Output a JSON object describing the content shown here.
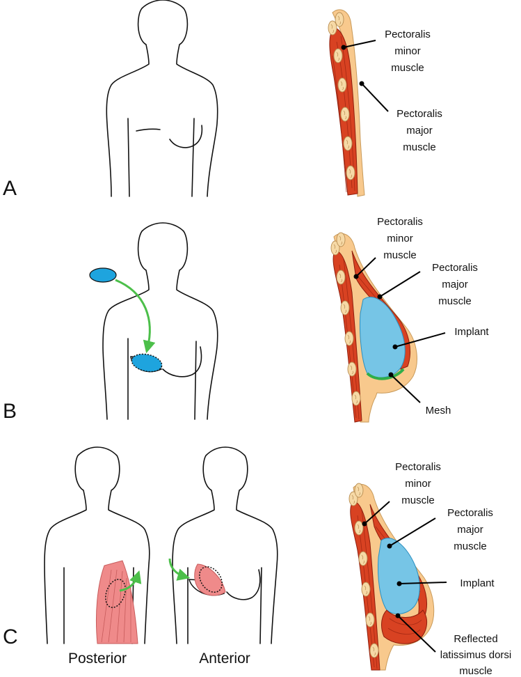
{
  "panels": {
    "A": {
      "letter": "A",
      "labels": {
        "pec_minor": [
          "Pectoralis",
          "minor",
          "muscle"
        ],
        "pec_major": [
          "Pectoralis",
          "major",
          "muscle"
        ]
      }
    },
    "B": {
      "letter": "B",
      "labels": {
        "pec_minor": [
          "Pectoralis",
          "minor",
          "muscle"
        ],
        "pec_major": [
          "Pectoralis",
          "major",
          "muscle"
        ],
        "implant": [
          "Implant"
        ],
        "mesh": [
          "Mesh"
        ]
      }
    },
    "C": {
      "letter": "C",
      "posterior": "Posterior",
      "anterior": "Anterior",
      "labels": {
        "pec_minor": [
          "Pectoralis",
          "minor",
          "muscle"
        ],
        "pec_major": [
          "Pectoralis",
          "major",
          "muscle"
        ],
        "implant": [
          "Implant"
        ],
        "latissimus": [
          "Reflected",
          "latissimus dorsi",
          "muscle"
        ]
      }
    }
  },
  "colors": {
    "muscle": "#d84222",
    "skin": "#f8c98d",
    "rib": "#f6d9a6",
    "implant": "#76c5e6",
    "mesh": "#2fae4a",
    "arrow": "#4cbf4a",
    "latissimus_flap": "#ef8a8a"
  }
}
